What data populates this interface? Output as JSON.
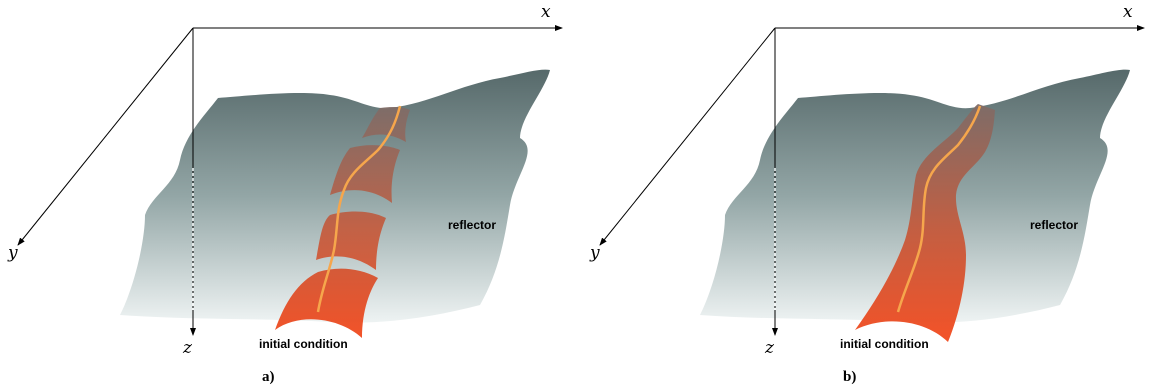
{
  "panels": [
    {
      "id": "a",
      "panel_label": "a)",
      "axes": {
        "x": "x",
        "y": "y",
        "z": "z"
      },
      "reflector_label": "reflector",
      "source_label": "initial condition",
      "wavefront": "separate patches"
    },
    {
      "id": "b",
      "panel_label": "b)",
      "axes": {
        "x": "x",
        "y": "y",
        "z": "z"
      },
      "reflector_label": "reflector",
      "source_label": "initial condition",
      "wavefront": "continuous tube"
    }
  ],
  "colors": {
    "reflector_top": "#56696a",
    "reflector_bottom": "#eef3f3",
    "wave_top": "#7d6c68",
    "wave_bottom": "#f04a1e",
    "ray": "#f6a64c",
    "axis": "#000000"
  }
}
